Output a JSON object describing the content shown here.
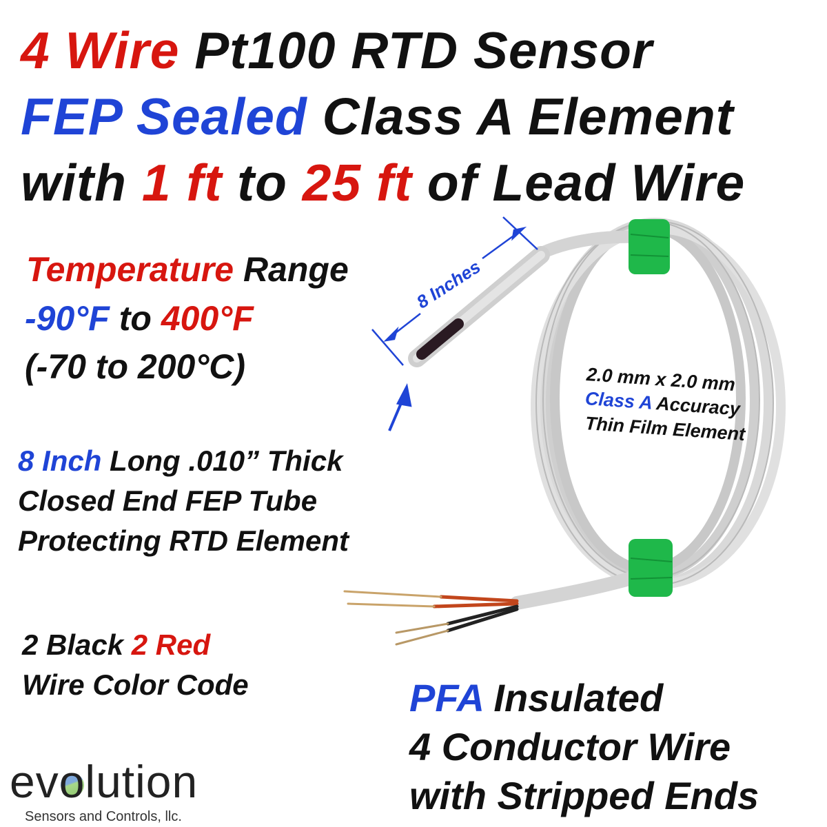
{
  "title": {
    "line1": {
      "accent": "4 Wire",
      "rest": "Pt100 RTD Sensor"
    },
    "line2": {
      "accent": "FEP Sealed",
      "rest": "Class A Element"
    },
    "line3": {
      "a": "with",
      "b": "1 ft",
      "c": "to",
      "d": "25 ft",
      "e": "of Lead Wire"
    }
  },
  "temperature": {
    "accent": "Temperature",
    "rest": "Range",
    "low": "-90°F",
    "to": "to",
    "high": "400°F",
    "celsius": "(-70 to 200°C)"
  },
  "tube": {
    "accent": "8 Inch",
    "line1_rest": "Long .010” Thick",
    "line2": "Closed End FEP Tube",
    "line3": "Protecting RTD Element",
    "dimension_label": "8 Inches"
  },
  "element": {
    "size": "2.0 mm x 2.0 mm",
    "accent": "Class A",
    "accuracy": "Accuracy",
    "type": "Thin Film Element"
  },
  "wire_colors": {
    "black": "2 Black",
    "red": "2 Red",
    "label": "Wire Color Code"
  },
  "insulation": {
    "accent": "PFA",
    "line1_rest": "Insulated",
    "line2": "4 Conductor Wire",
    "line3": "with Stripped Ends"
  },
  "logo": {
    "word": "evolution",
    "tagline": "Sensors and Controls, llc."
  },
  "colors": {
    "red": "#d7160f",
    "blue": "#1f44d6",
    "band_green": "#1fb84a",
    "wire_grey": "#d8d8d8"
  }
}
